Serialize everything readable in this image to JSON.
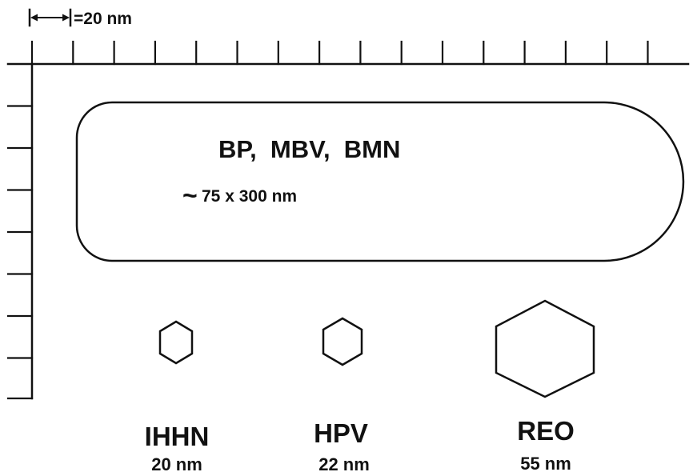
{
  "scale_bar": {
    "label": "=20 nm"
  },
  "rod_virus": {
    "names": "BP,  MBV,  BMN",
    "tilde": "~",
    "dimensions": "75 x 300 nm"
  },
  "viruses": [
    {
      "name": "IHHN",
      "size": "20 nm"
    },
    {
      "name": "HPV",
      "size": "22 nm"
    },
    {
      "name": "REO",
      "size": "55 nm"
    }
  ]
}
